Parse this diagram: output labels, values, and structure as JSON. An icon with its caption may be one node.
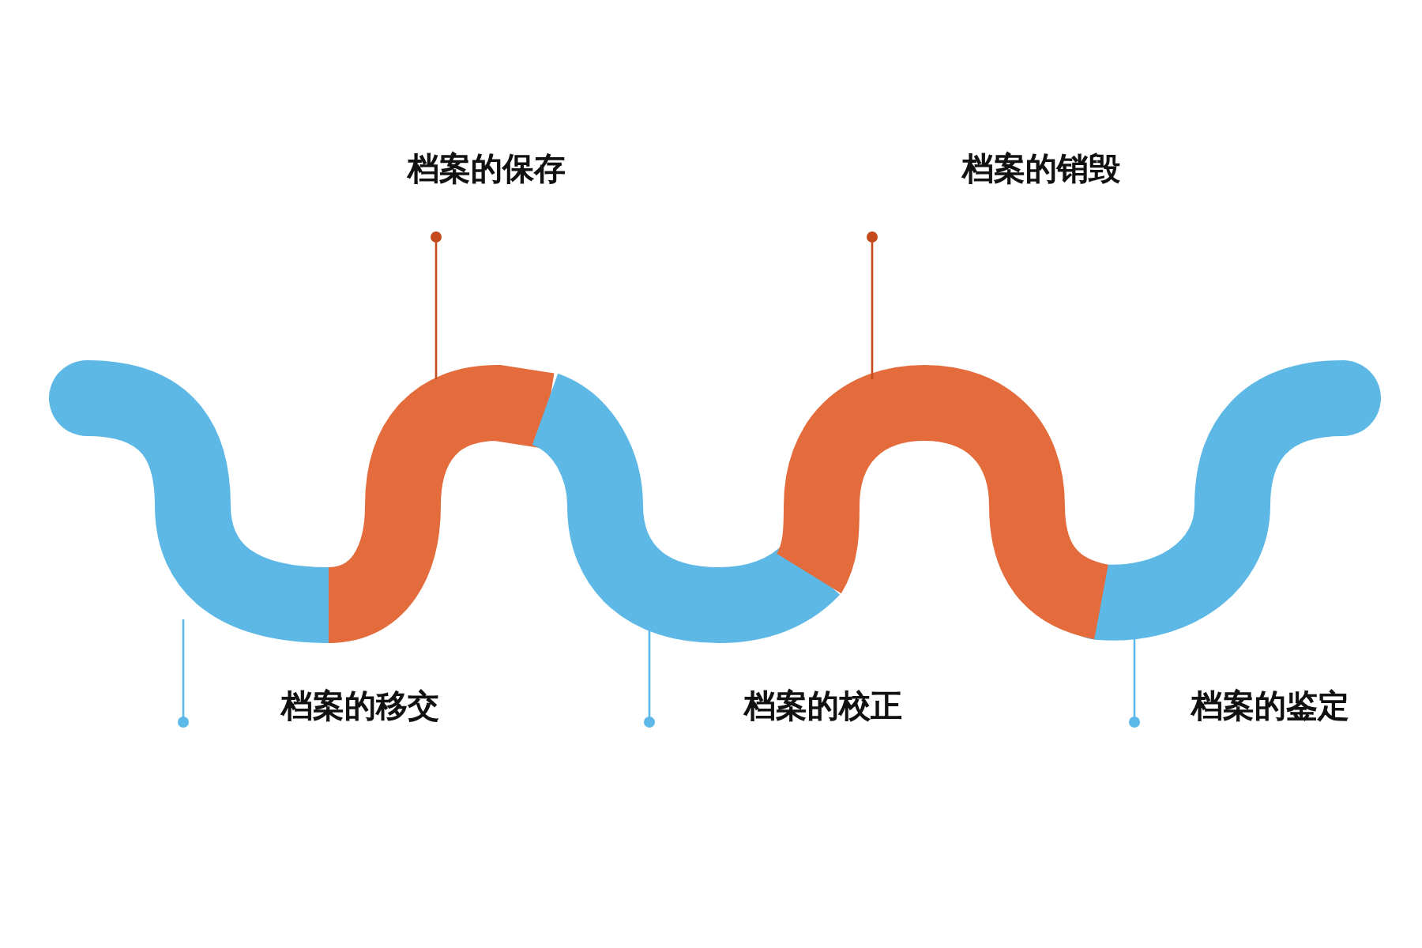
{
  "diagram": {
    "nodes": [
      {
        "text": [
          "档案的保存"
        ]
      },
      {
        "text": [
          "档案的销毁"
        ]
      },
      {
        "text": [
          "档案的移交"
        ]
      },
      {
        "text": [
          "档案的校正"
        ]
      },
      {
        "text": [
          "档案的鉴定"
        ]
      },
      {
        "text": [],
        "shape": "band"
      },
      {
        "text": [],
        "shape": "band"
      },
      {
        "text": [],
        "shape": "band"
      },
      {
        "text": [],
        "shape": "band"
      },
      {
        "text": [],
        "shape": "band"
      }
    ],
    "edges": [
      {
        "from": 2,
        "to": 5,
        "arrow": "other",
        "color": "#5bb8e8"
      },
      {
        "from": 0,
        "to": 6,
        "arrow": "other",
        "color": "#c44b1c"
      },
      {
        "from": 3,
        "to": 7,
        "arrow": "other",
        "color": "#5bb8e8"
      },
      {
        "from": 1,
        "to": 8,
        "arrow": "other",
        "color": "#c44b1c"
      },
      {
        "from": 4,
        "to": 9,
        "arrow": "other",
        "color": "#5bb8e8"
      }
    ]
  }
}
